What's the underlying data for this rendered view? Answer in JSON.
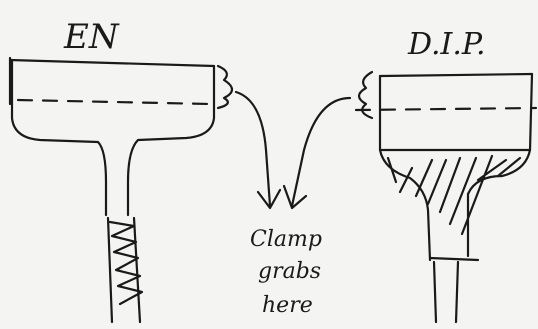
{
  "labels": {
    "left_title": "EN",
    "right_title": "D.I.P.",
    "center_note_line1": "Clamp",
    "center_note_line2": "grabs",
    "center_note_line3": "here"
  },
  "colors": {
    "ink": "#1a1a1a",
    "paper": "#f4f4f2"
  }
}
